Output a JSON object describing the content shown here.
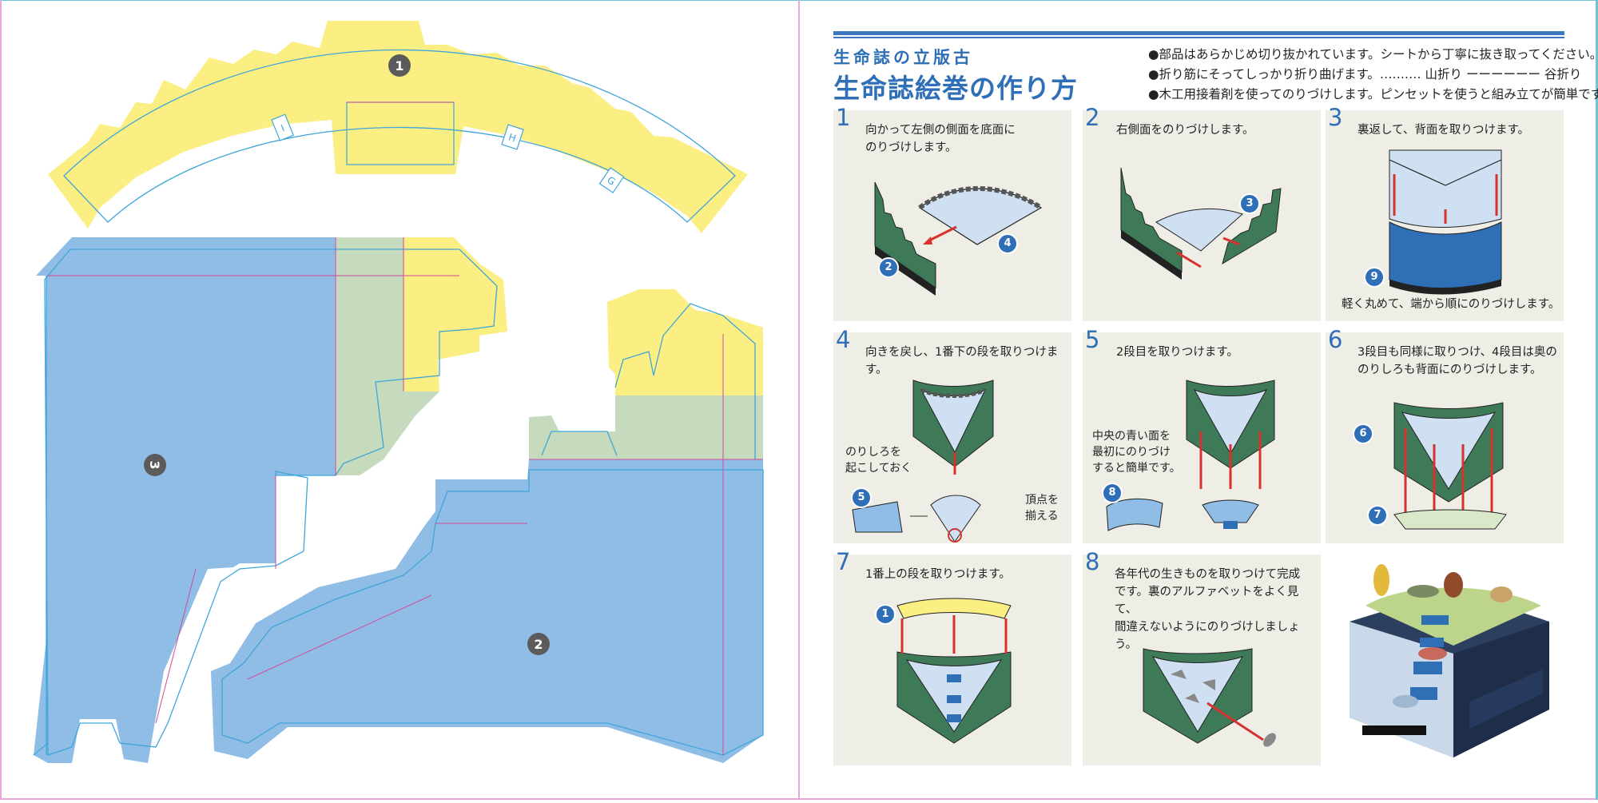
{
  "left_sheet": {
    "part_labels": [
      "1",
      "3",
      "2"
    ],
    "tab_letters": [
      "I",
      "H",
      "G"
    ]
  },
  "header": {
    "subtitle": "生命誌の立版古",
    "title": "生命誌絵巻の作り方"
  },
  "notes": [
    "●部品はあらかじめ切り抜かれています。シートから丁寧に抜き取ってください。",
    "●折り筋にそってしっかり折り曲げます。‥‥‥‥‥ 山折り  ーーーーーー 谷折り",
    "●木工用接着剤を使ってのりづけします。ピンセットを使うと組み立てが簡単です。"
  ],
  "steps": [
    {
      "num": "1",
      "text_lines": [
        "向かって左側の側面を底面に",
        "のりづけします。"
      ],
      "badges": [
        "2",
        "4"
      ]
    },
    {
      "num": "2",
      "text_lines": [
        "右側面をのりづけします。"
      ],
      "badges": [
        "3"
      ]
    },
    {
      "num": "3",
      "text_lines": [
        "裏返して、背面を取りつけます。"
      ],
      "bottom_text": "軽く丸めて、端から順にのりづけします。",
      "badges": [
        "9"
      ]
    },
    {
      "num": "4",
      "text_lines": [
        "向きを戻し、1番下の段を取りつけます。"
      ],
      "side_left": [
        "のりしろを",
        "起こしておく"
      ],
      "side_right": [
        "頂点を",
        "揃える"
      ],
      "badges": [
        "5"
      ]
    },
    {
      "num": "5",
      "text_lines": [
        "2段目を取りつけます。"
      ],
      "side_left": [
        "中央の青い面を",
        "最初にのりづけ",
        "すると簡単です。"
      ],
      "badges": [
        "8"
      ]
    },
    {
      "num": "6",
      "text_lines": [
        "3段目も同様に取りつけ、4段目は奥の",
        "のりしろも背面にのりづけします。"
      ],
      "badges": [
        "6",
        "7"
      ]
    },
    {
      "num": "7",
      "text_lines": [
        "1番上の段を取りつけます。"
      ],
      "badges": [
        "1"
      ]
    },
    {
      "num": "8",
      "text_lines": [
        "各年代の生きものを取りつけて完成",
        "です。裏のアルファベットをよく見て、",
        "間違えないようにのりづけしましょう。"
      ],
      "badges": []
    }
  ],
  "colors": {
    "yellow": "#fbee82",
    "blue": "#8fbde6",
    "green": "#c6dbbd",
    "cut_line": "#3fa6d9",
    "fold_line": "#d24a9a",
    "accent": "#2f6fb7",
    "card_bg": "#efeee6",
    "arrow": "#d7322e",
    "model_green": "#3f7a58"
  }
}
